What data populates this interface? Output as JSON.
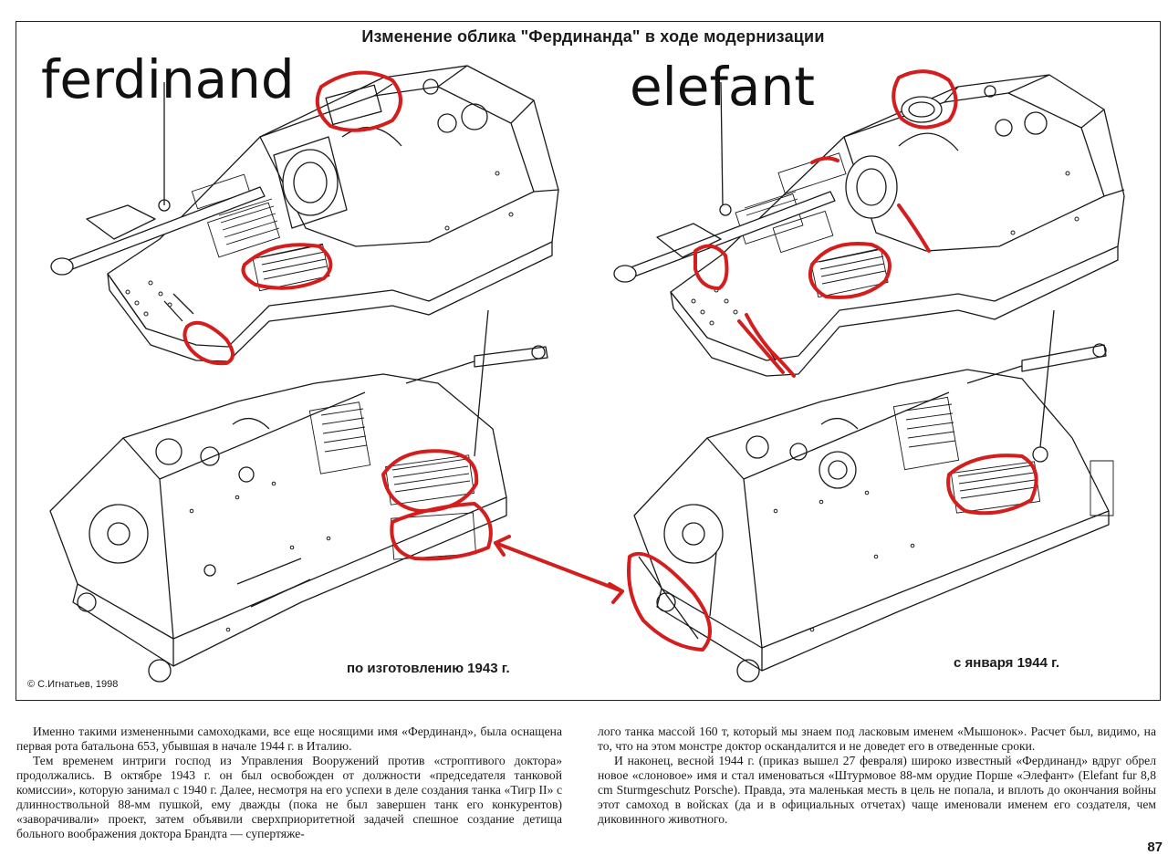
{
  "plate": {
    "title": "Изменение облика \"Фердинанда\" в ходе модернизации",
    "label_left": "ferdinand",
    "label_right": "elefant",
    "caption_left": "по изготовлению 1943 г.",
    "caption_right": "с января 1944 г.",
    "copyright": "© С.Игнатьев, 1998"
  },
  "colors": {
    "annotation": "#d41e1e",
    "ink": "#1a1a1a"
  },
  "text": {
    "col1": [
      "Именно такими измененными самоходками, все еще носящими имя «Фердинанд», была оснащена первая рота батальона 653, убывшая в начале 1944 г. в Италию.",
      "Тем временем интриги господ из Управления Вооружений против «строптивого доктора» продолжались. В октябре 1943 г. он был освобожден от должности «председателя танковой комиссии», которую занимал с 1940 г. Далее, несмотря на его успехи в деле создания танка «Тигр II» с длинноствольной 88-мм пушкой, ему дважды (пока не был завершен танк его конкурентов) «заворачивали» проект, затем объявили сверхприоритетной задачей спешное создание детища больного воображения доктора Брандта — супертяже-"
    ],
    "col2": [
      "лого танка массой 160 т, который мы знаем под ласковым именем «Мышонок». Расчет был, видимо, на то, что на этом монстре доктор осканда­лится и не доведет его в отведенные сроки.",
      "И наконец, весной 1944 г. (приказ вышел 27 февраля) широко известный «Фердинанд» вдруг обрел новое «слоновое» имя и стал именоваться «Штурмовое 88-мм орудие Порше «Элефант» (Elefant fur 8,8 cm Sturmgeschutz Porsche). Правда, эта маленькая месть в цель не попала, и вплоть до окончания войны этот самоход в войсках (да и в официальных отчетах) чаще именовали именем его создателя, чем диковинного животного."
    ],
    "page_number": "87"
  }
}
